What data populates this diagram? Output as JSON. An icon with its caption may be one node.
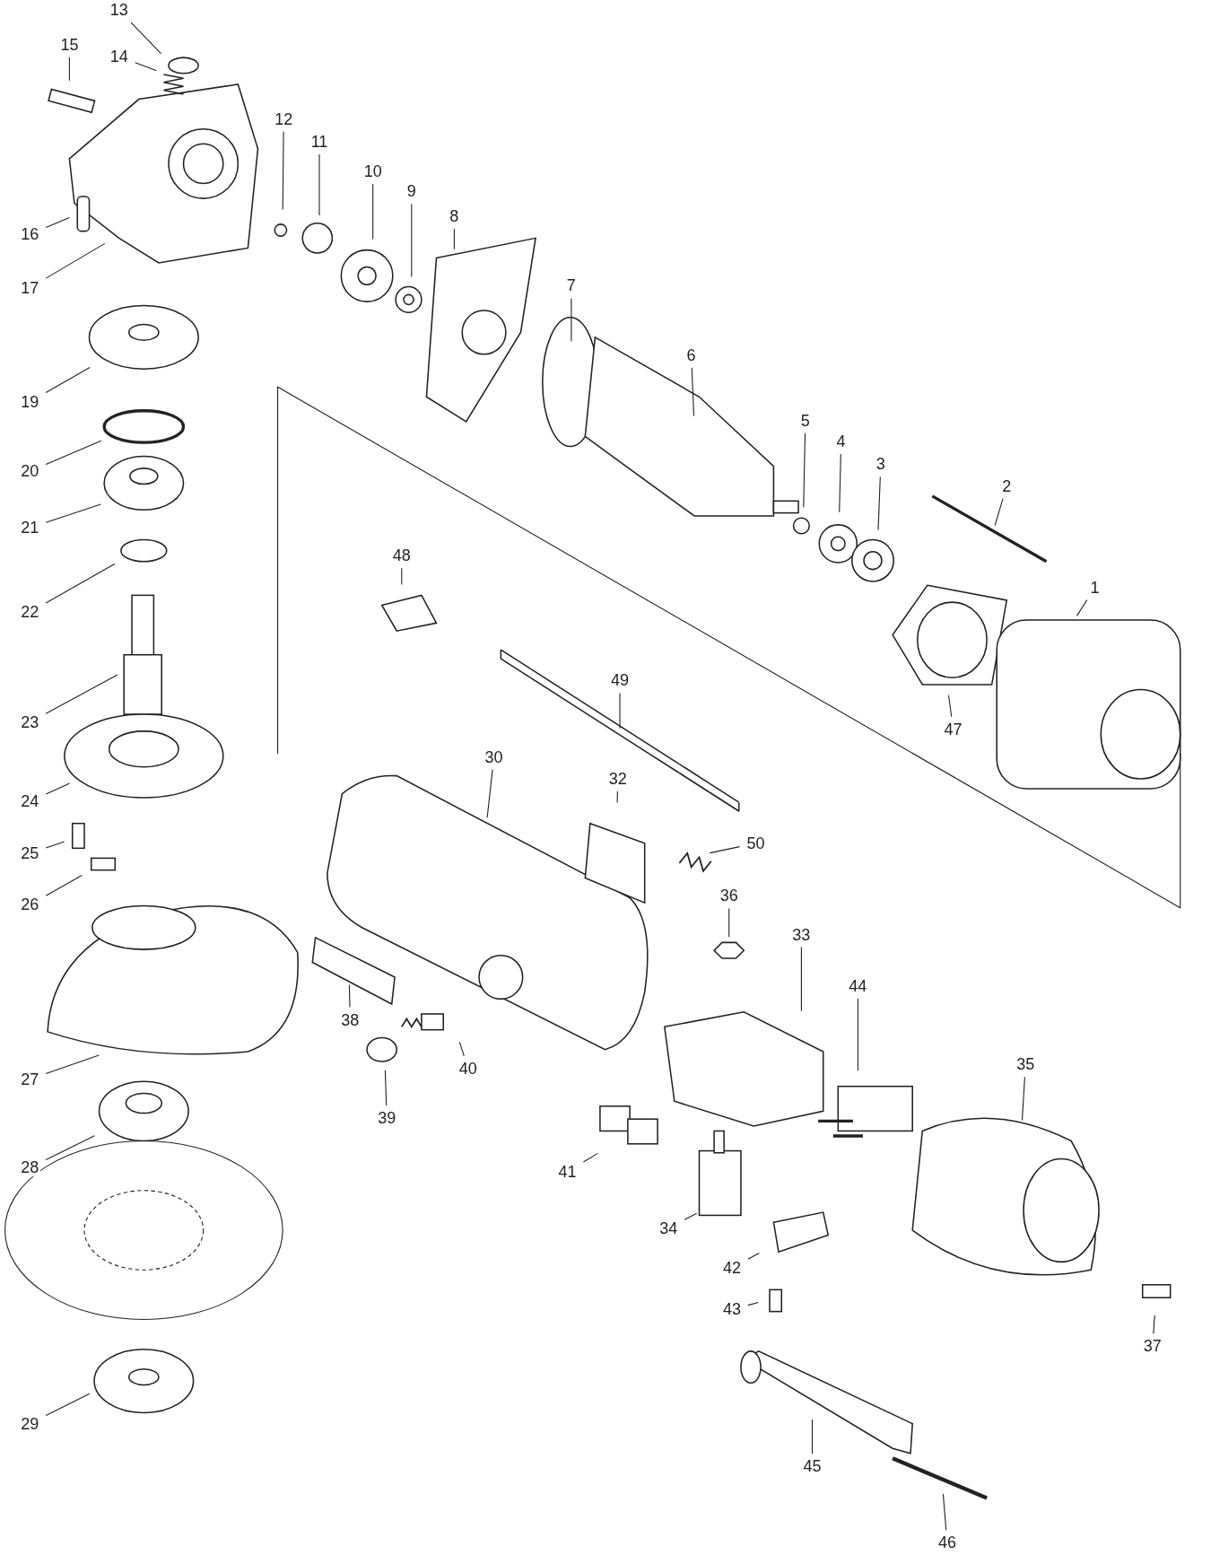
{
  "diagram": {
    "nodes": [
      {
        "text": [
          "1"
        ]
      },
      {
        "text": [
          "2"
        ]
      },
      {
        "text": [
          "3"
        ]
      },
      {
        "text": [
          "4"
        ]
      },
      {
        "text": [
          "5"
        ]
      },
      {
        "text": [
          "6"
        ]
      },
      {
        "text": [
          "7"
        ]
      },
      {
        "text": [
          "8"
        ]
      },
      {
        "text": [
          "9"
        ]
      },
      {
        "text": [
          "10"
        ]
      },
      {
        "text": [
          "11"
        ]
      },
      {
        "text": [
          "12"
        ]
      },
      {
        "text": [
          "13"
        ]
      },
      {
        "text": [
          "14"
        ]
      },
      {
        "text": [
          "15"
        ]
      },
      {
        "text": [
          "16"
        ]
      },
      {
        "text": [
          "17"
        ]
      },
      {
        "text": [
          "19"
        ]
      },
      {
        "text": [
          "20"
        ]
      },
      {
        "text": [
          "21"
        ]
      },
      {
        "text": [
          "22"
        ]
      },
      {
        "text": [
          "23"
        ]
      },
      {
        "text": [
          "24"
        ]
      },
      {
        "text": [
          "25"
        ]
      },
      {
        "text": [
          "26"
        ]
      },
      {
        "text": [
          "27"
        ]
      },
      {
        "text": [
          "28"
        ]
      },
      {
        "text": [
          "29"
        ]
      },
      {
        "text": [
          "30"
        ]
      },
      {
        "text": [
          "32"
        ]
      },
      {
        "text": [
          "33"
        ]
      },
      {
        "text": [
          "34"
        ]
      },
      {
        "text": [
          "35"
        ]
      },
      {
        "text": [
          "36"
        ]
      },
      {
        "text": [
          "37"
        ]
      },
      {
        "text": [
          "38"
        ]
      },
      {
        "text": [
          "39"
        ]
      },
      {
        "text": [
          "40"
        ]
      },
      {
        "text": [
          "41"
        ]
      },
      {
        "text": [
          "42"
        ]
      },
      {
        "text": [
          "43"
        ]
      },
      {
        "text": [
          "44"
        ]
      },
      {
        "text": [
          "45"
        ]
      },
      {
        "text": [
          "46"
        ]
      },
      {
        "text": [
          "47"
        ]
      },
      {
        "text": [
          "48"
        ]
      },
      {
        "text": [
          "49"
        ]
      },
      {
        "text": [
          "50"
        ]
      }
    ],
    "edges": [
      {
        "from": 0,
        "to": null,
        "arrow": "none"
      },
      {
        "from": 1,
        "to": null,
        "arrow": "none"
      },
      {
        "from": 2,
        "to": null,
        "arrow": "none"
      },
      {
        "from": 3,
        "to": null,
        "arrow": "none"
      },
      {
        "from": 4,
        "to": null,
        "arrow": "none"
      },
      {
        "from": 5,
        "to": null,
        "arrow": "none"
      },
      {
        "from": 6,
        "to": null,
        "arrow": "none"
      },
      {
        "from": 7,
        "to": null,
        "arrow": "none"
      },
      {
        "from": 8,
        "to": null,
        "arrow": "none"
      },
      {
        "from": 9,
        "to": null,
        "arrow": "none"
      },
      {
        "from": 10,
        "to": null,
        "arrow": "none"
      },
      {
        "from": 11,
        "to": null,
        "arrow": "none"
      },
      {
        "from": 12,
        "to": null,
        "arrow": "none"
      },
      {
        "from": 13,
        "to": null,
        "arrow": "none"
      },
      {
        "from": 14,
        "to": null,
        "arrow": "none"
      },
      {
        "from": 15,
        "to": null,
        "arrow": "none"
      },
      {
        "from": 16,
        "to": null,
        "arrow": "none"
      },
      {
        "from": 17,
        "to": null,
        "arrow": "none"
      },
      {
        "from": 18,
        "to": null,
        "arrow": "none"
      },
      {
        "from": 19,
        "to": null,
        "arrow": "none"
      },
      {
        "from": 20,
        "to": null,
        "arrow": "none"
      },
      {
        "from": 21,
        "to": null,
        "arrow": "none"
      },
      {
        "from": 22,
        "to": null,
        "arrow": "none"
      },
      {
        "from": 23,
        "to": null,
        "arrow": "none"
      },
      {
        "from": 24,
        "to": null,
        "arrow": "none"
      },
      {
        "from": 25,
        "to": null,
        "arrow": "none"
      },
      {
        "from": 26,
        "to": null,
        "arrow": "none"
      },
      {
        "from": 27,
        "to": null,
        "arrow": "none"
      },
      {
        "from": 28,
        "to": null,
        "arrow": "none"
      },
      {
        "from": 29,
        "to": null,
        "arrow": "none"
      },
      {
        "from": 30,
        "to": null,
        "arrow": "none"
      },
      {
        "from": 31,
        "to": null,
        "arrow": "none"
      },
      {
        "from": 32,
        "to": null,
        "arrow": "none"
      },
      {
        "from": 33,
        "to": null,
        "arrow": "none"
      },
      {
        "from": 34,
        "to": null,
        "arrow": "none"
      },
      {
        "from": 35,
        "to": null,
        "arrow": "none"
      },
      {
        "from": 36,
        "to": null,
        "arrow": "none"
      },
      {
        "from": 37,
        "to": null,
        "arrow": "none"
      },
      {
        "from": 38,
        "to": null,
        "arrow": "none"
      },
      {
        "from": 39,
        "to": null,
        "arrow": "none"
      },
      {
        "from": 40,
        "to": null,
        "arrow": "none"
      },
      {
        "from": 41,
        "to": null,
        "arrow": "none"
      },
      {
        "from": 42,
        "to": null,
        "arrow": "none"
      },
      {
        "from": 43,
        "to": null,
        "arrow": "none"
      },
      {
        "from": 44,
        "to": null,
        "arrow": "none"
      },
      {
        "from": 45,
        "to": null,
        "arrow": "none"
      },
      {
        "from": 46,
        "to": null,
        "arrow": "none"
      },
      {
        "from": 47,
        "to": null,
        "arrow": "none"
      }
    ]
  }
}
